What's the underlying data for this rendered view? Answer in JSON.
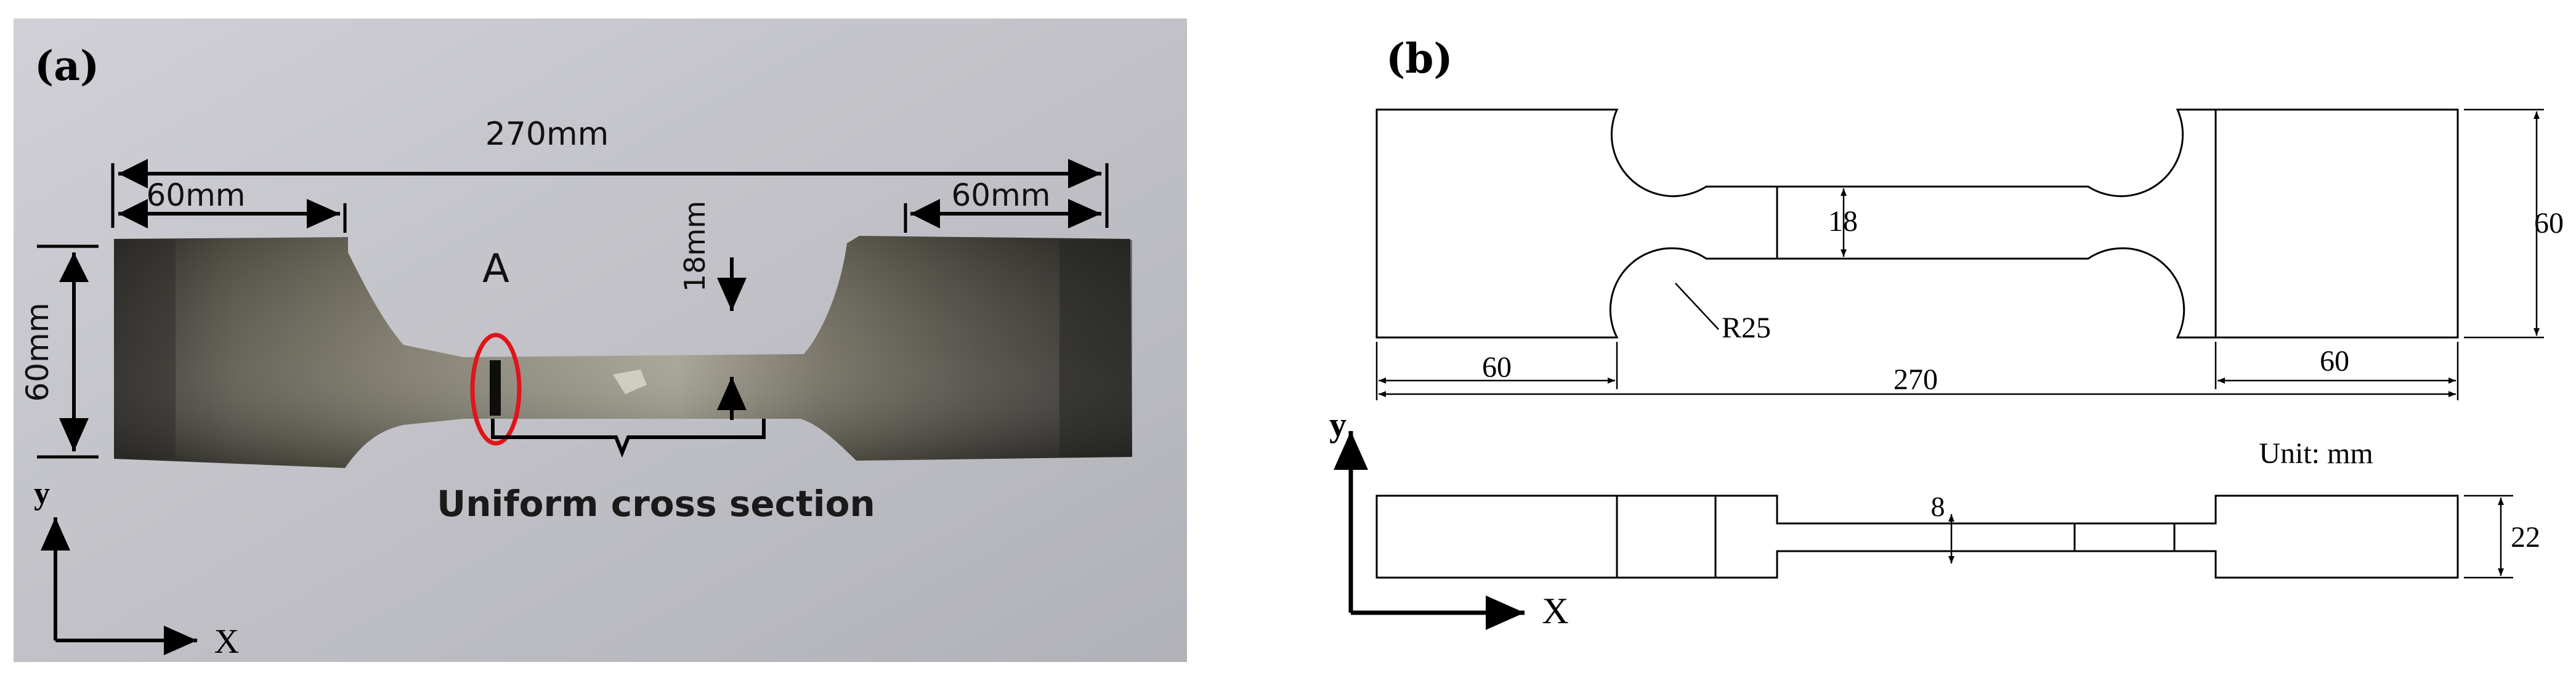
{
  "panel_a": {
    "label": "(a)",
    "overall_length": "270mm",
    "left_grip": "60mm",
    "right_grip": "60mm",
    "grip_width": "60mm",
    "gauge_width": "18mm",
    "marker": "A",
    "section_caption": "Uniform cross section",
    "axis_y": "y",
    "axis_x": "X"
  },
  "panel_b": {
    "label": "(b)",
    "gauge_width": "18",
    "fillet_radius": "R25",
    "grip_width": "60",
    "left_grip": "60",
    "overall_length": "270",
    "right_grip": "60",
    "unit": "Unit: mm",
    "thickness_gauge": "8",
    "thickness_grip": "22",
    "axis_y": "y",
    "axis_x": "X"
  },
  "colors": {
    "photo_bg": "#cfcfd6",
    "steel_dark": "#3b3a34",
    "steel_light": "#9a9888",
    "marker_red": "#e0141a"
  }
}
